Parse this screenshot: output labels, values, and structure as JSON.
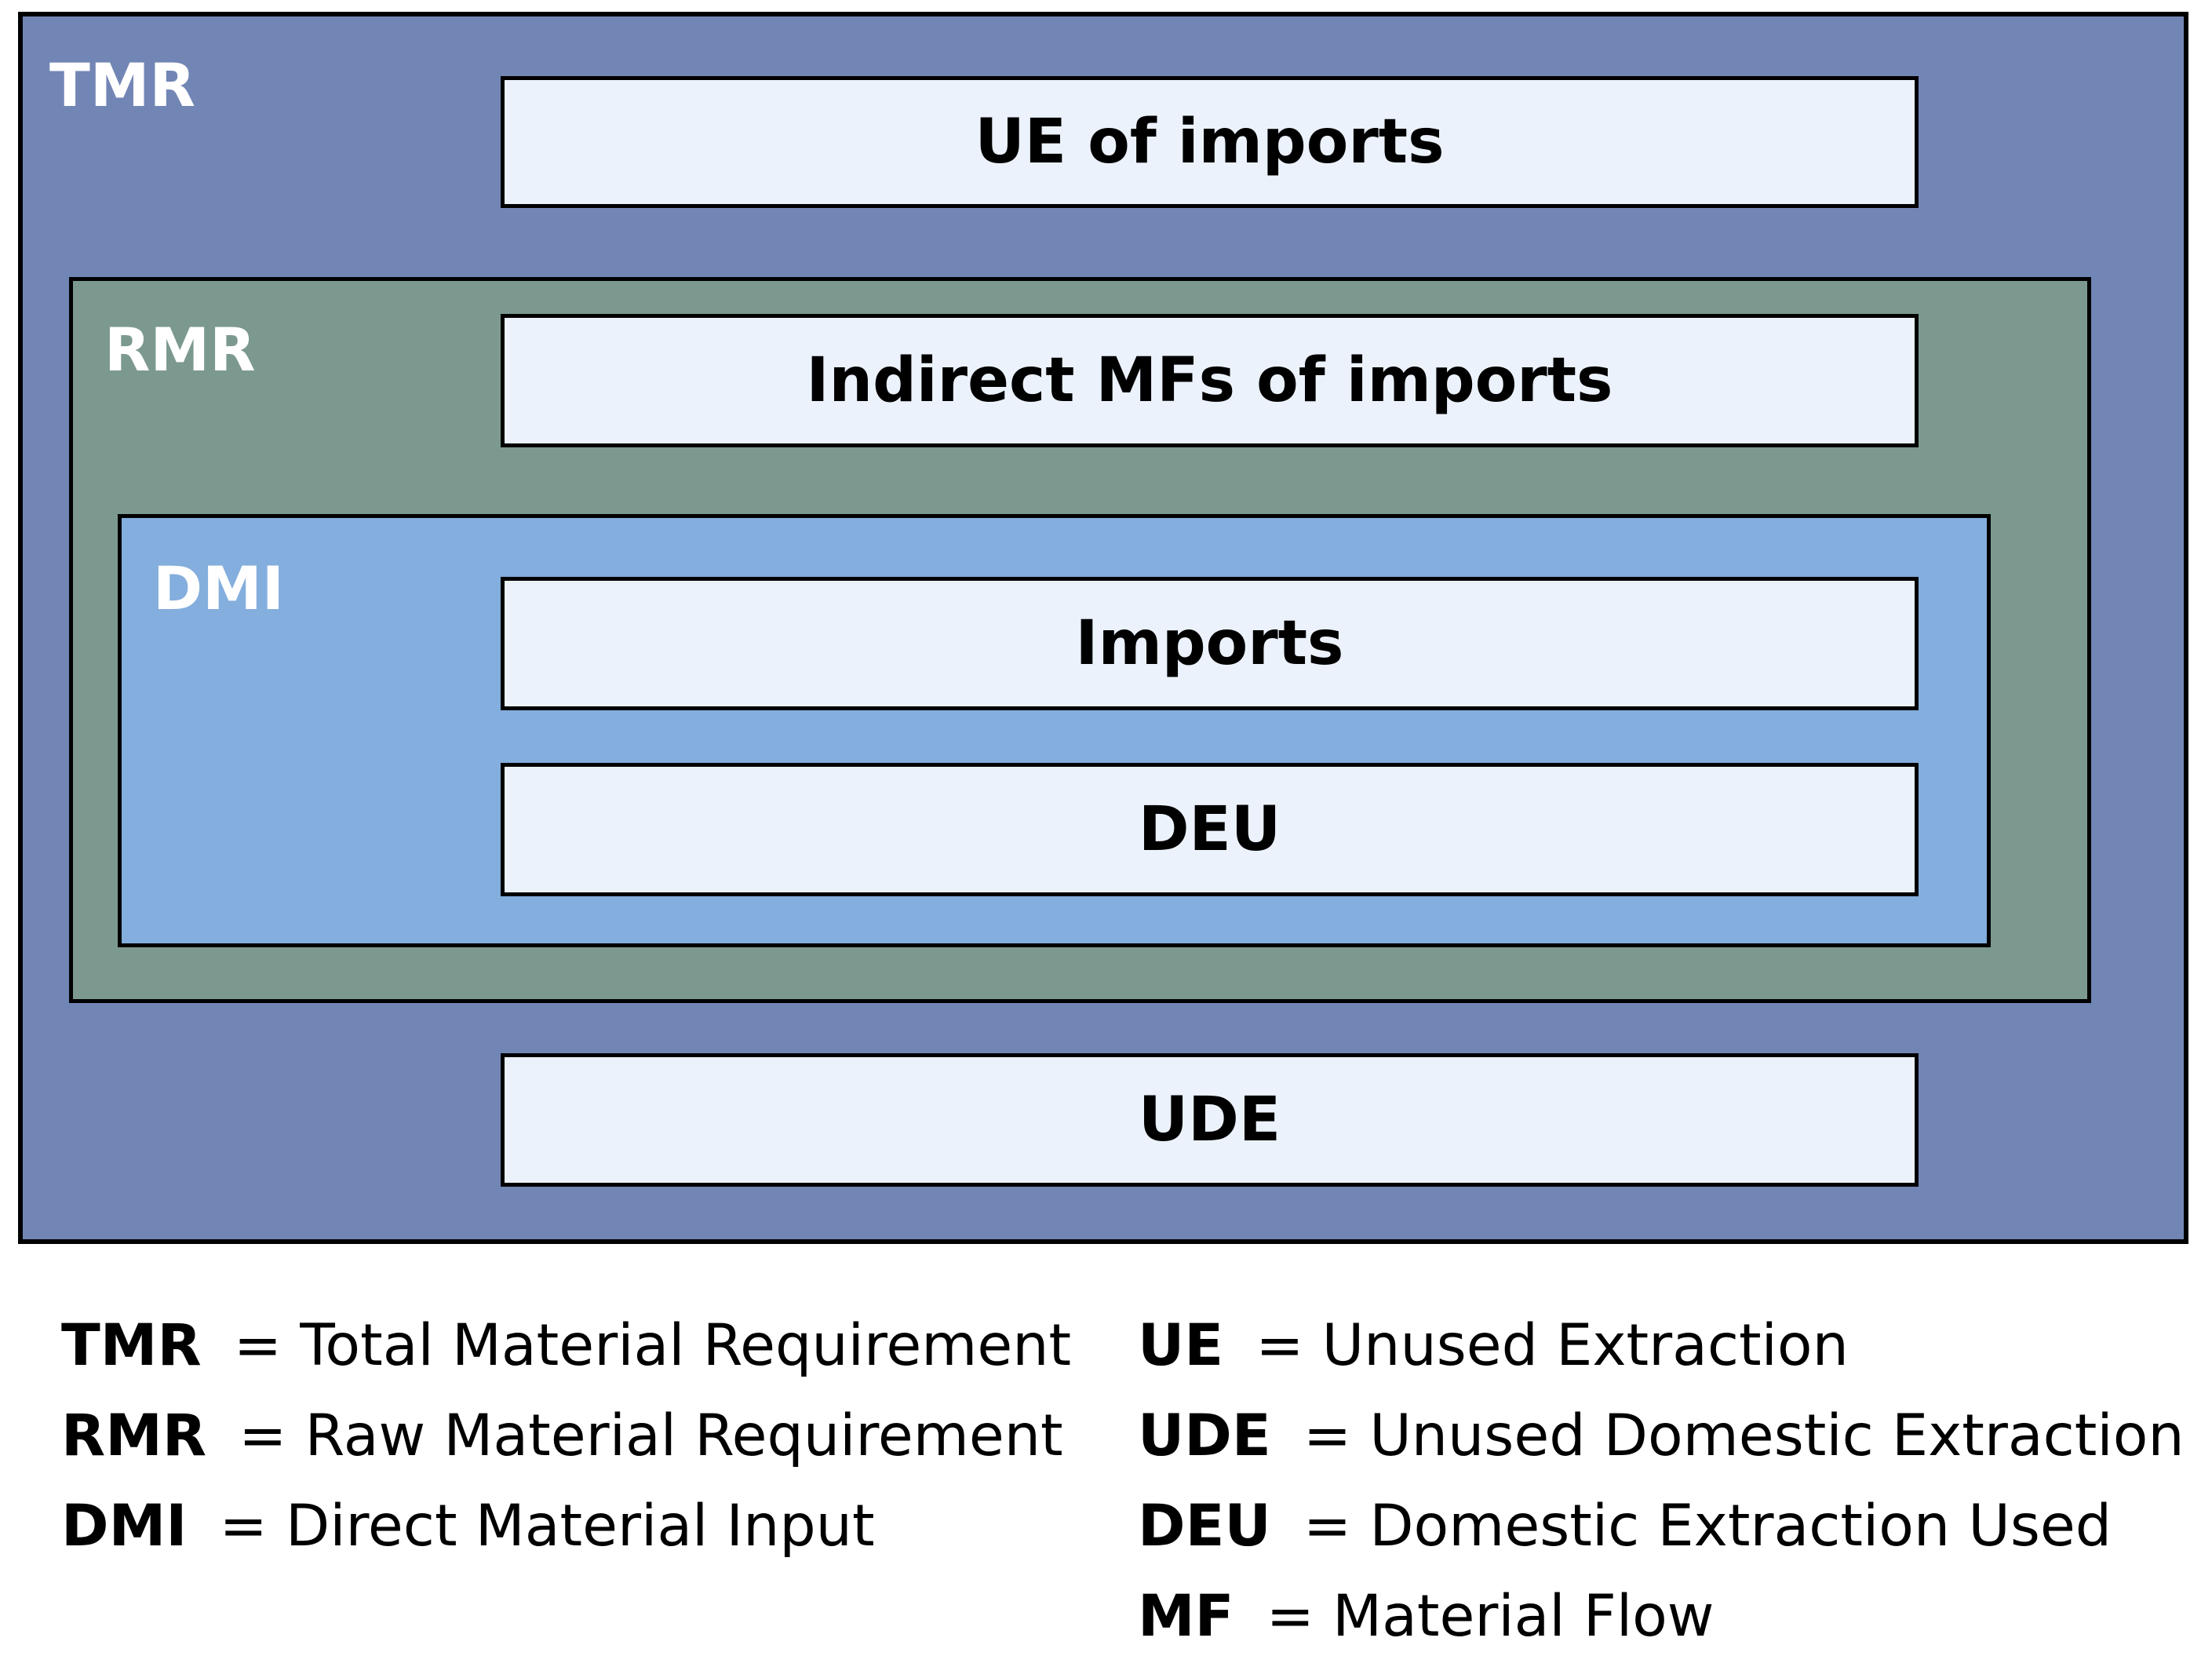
{
  "diagram": {
    "tmr": {
      "label": "TMR",
      "fill": "#7286b5"
    },
    "rmr": {
      "label": "RMR",
      "fill": "#7c998f"
    },
    "dmi": {
      "label": "DMI",
      "fill": "#83aedd"
    },
    "bar_fill": "#ebf2fb",
    "bars": {
      "ue_of_imports": "UE of imports",
      "indirect_mfs_of_imports": "Indirect MFs of imports",
      "imports": "Imports",
      "deu": "DEU",
      "ude": "UDE"
    }
  },
  "legend": {
    "left": [
      {
        "abbr": "TMR",
        "definition": "= Total Material Requirement"
      },
      {
        "abbr": "RMR",
        "definition": "= Raw Material Requirement"
      },
      {
        "abbr": "DMI",
        "definition": "= Direct Material Input"
      }
    ],
    "right": [
      {
        "abbr": "UE",
        "definition": "= Unused Extraction"
      },
      {
        "abbr": "UDE",
        "definition": "= Unused Domestic Extraction"
      },
      {
        "abbr": "DEU",
        "definition": "= Domestic Extraction Used"
      },
      {
        "abbr": "MF",
        "definition": "= Material Flow"
      }
    ]
  }
}
